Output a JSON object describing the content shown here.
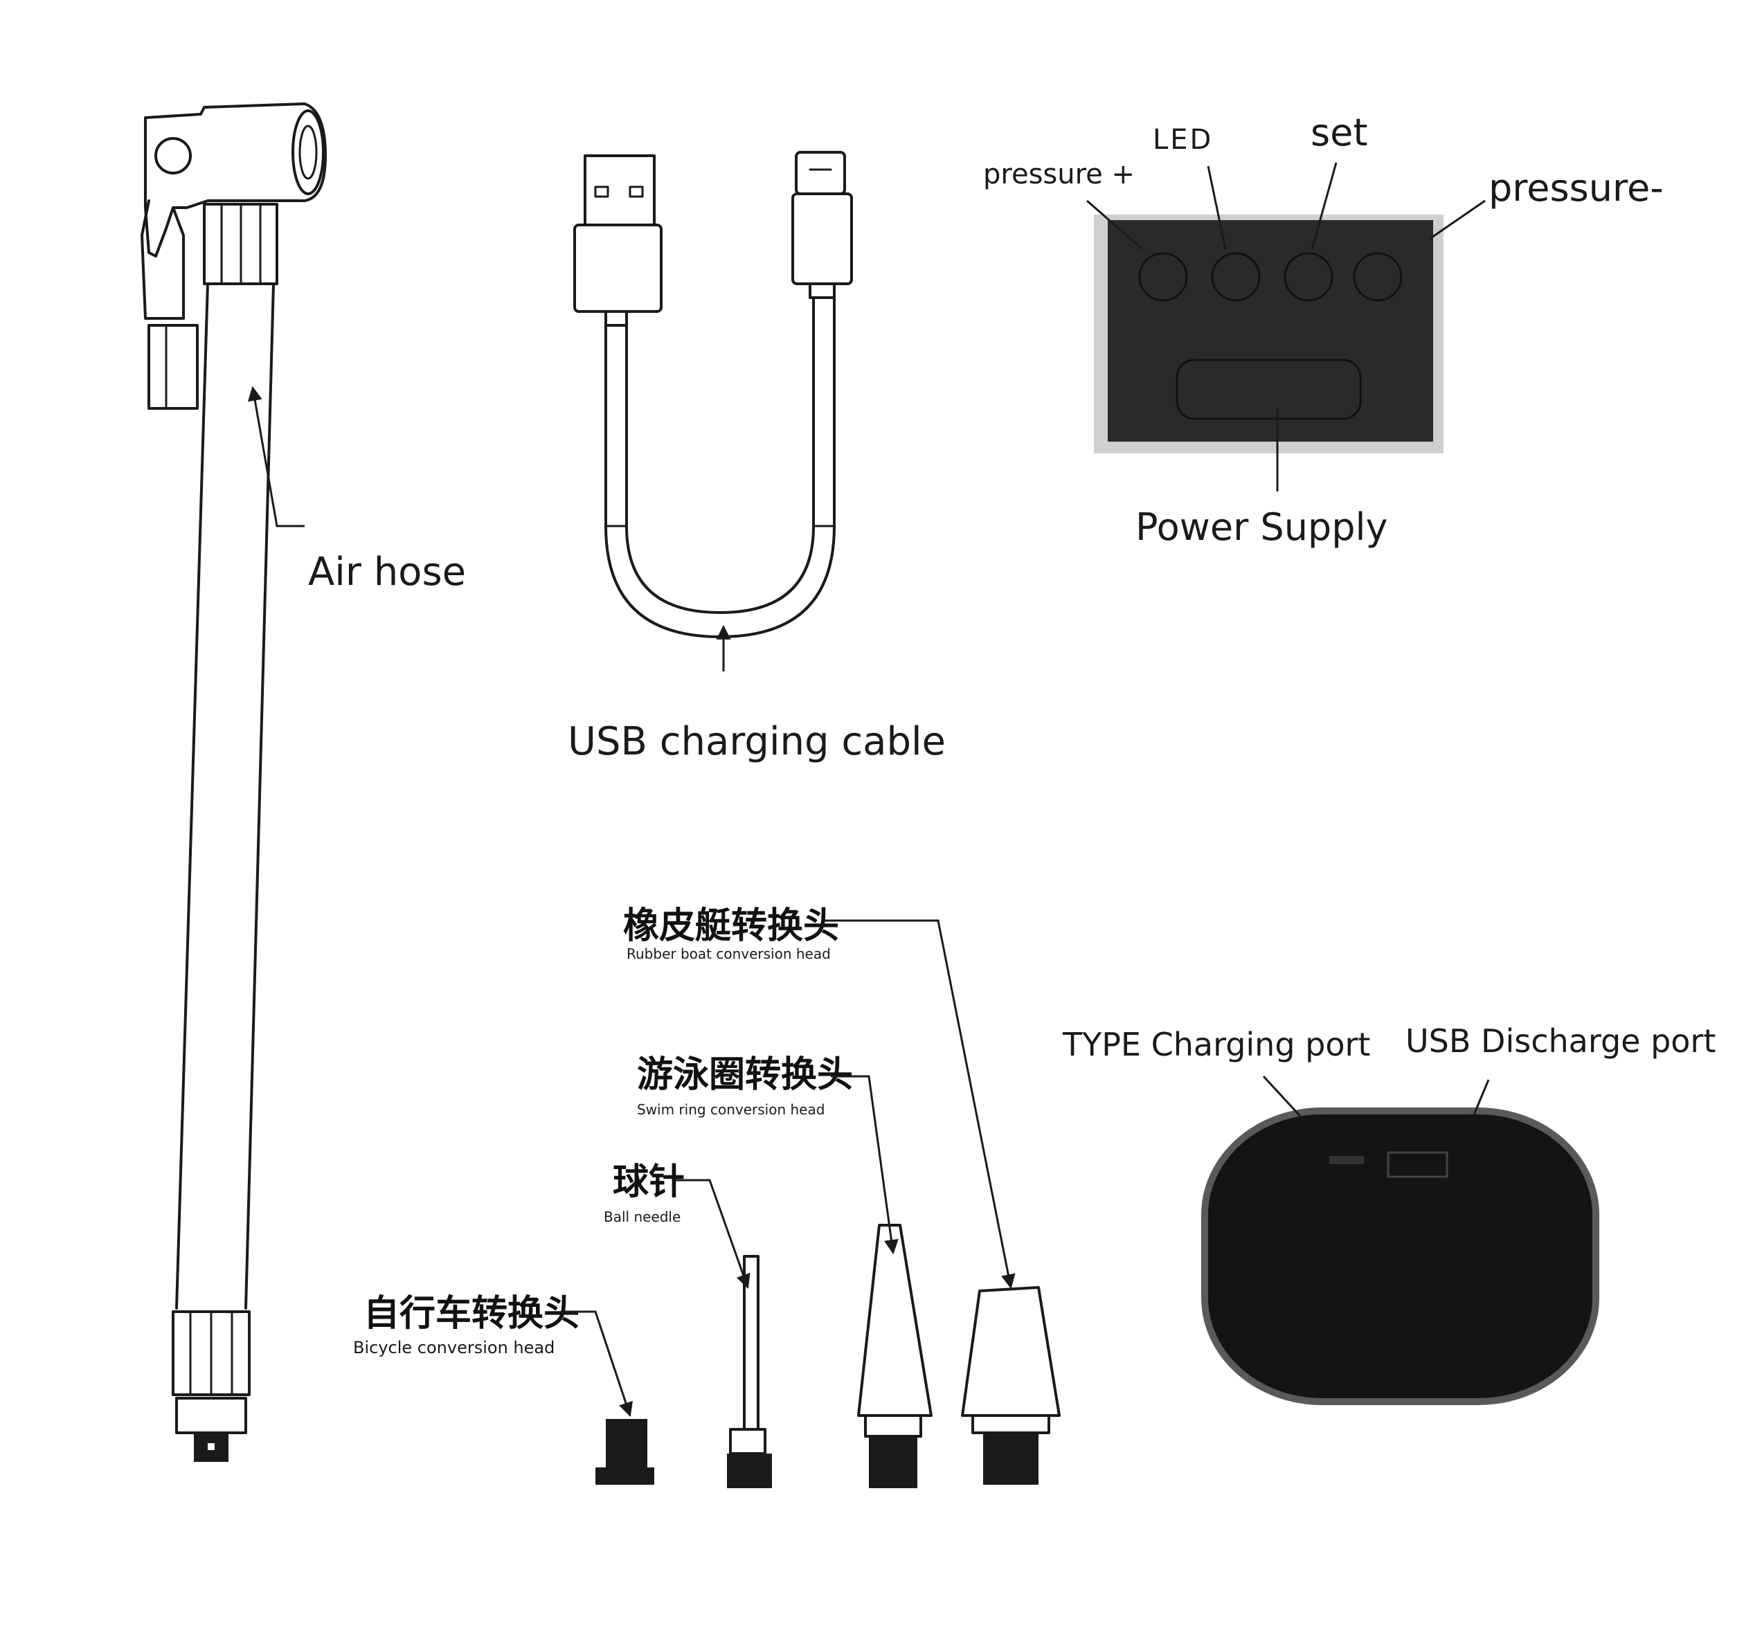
{
  "labels": {
    "air_hose": "Air hose",
    "usb_cable": "USB charging cable",
    "pressure_plus": "pressure +",
    "led": "LED",
    "set": "set",
    "pressure_minus": "pressure-",
    "power_supply": "Power Supply",
    "type_port": "TYPE Charging port",
    "usb_port": "USB Discharge port",
    "rubber_boat_cn": "橡皮艇转换头",
    "rubber_boat_en": "Rubber boat conversion head",
    "swim_ring_cn": "游泳圈转换头",
    "swim_ring_en": "Swim ring conversion head",
    "ball_needle_cn": "球针",
    "ball_needle_en": "Ball needle",
    "bicycle_cn": "自行车转换头",
    "bicycle_en": "Bicycle conversion head"
  },
  "colors": {
    "line": "#1a1a1a",
    "panel": "#2a2a2a",
    "panel_border": "#cfcfcf",
    "device_body": "#141414",
    "device_rim": "#5a5a5a"
  }
}
